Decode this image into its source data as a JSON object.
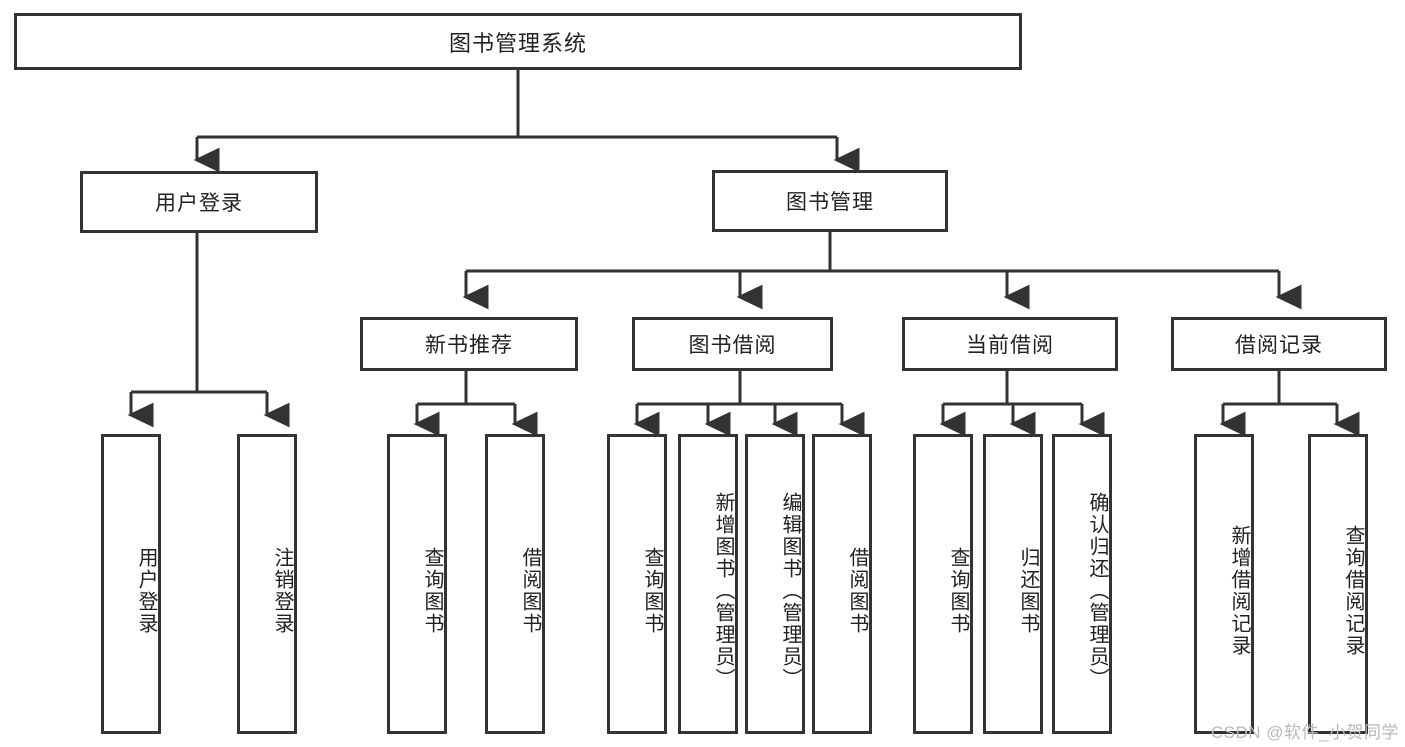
{
  "diagram": {
    "type": "hierarchy-tree",
    "title": "图书管理系统",
    "root": {
      "label": "图书管理系统"
    },
    "level2": [
      {
        "label": "用户登录"
      },
      {
        "label": "图书管理"
      }
    ],
    "level3": [
      {
        "label": "新书推荐"
      },
      {
        "label": "图书借阅"
      },
      {
        "label": "当前借阅"
      },
      {
        "label": "借阅记录"
      }
    ],
    "leaves": {
      "user_login": [
        {
          "label": "用户登录"
        },
        {
          "label": "注销登录"
        }
      ],
      "new_book_recommend": [
        {
          "label": "查询图书"
        },
        {
          "label": "借阅图书"
        }
      ],
      "book_borrow": [
        {
          "label": "查询图书"
        },
        {
          "label": "新增图书（管理员）"
        },
        {
          "label": "编辑图书（管理员）"
        },
        {
          "label": "借阅图书"
        }
      ],
      "current_borrow": [
        {
          "label": "查询图书"
        },
        {
          "label": "归还图书"
        },
        {
          "label": "确认归还（管理员）"
        }
      ],
      "borrow_record": [
        {
          "label": "新增借阅记录"
        },
        {
          "label": "查询借阅记录"
        }
      ]
    }
  },
  "watermark": {
    "text": "CSDN @软件_小贺同学"
  },
  "colors": {
    "stroke": "#333333",
    "background": "#ffffff",
    "text": "#222222",
    "watermark": "#b9b9b9"
  }
}
